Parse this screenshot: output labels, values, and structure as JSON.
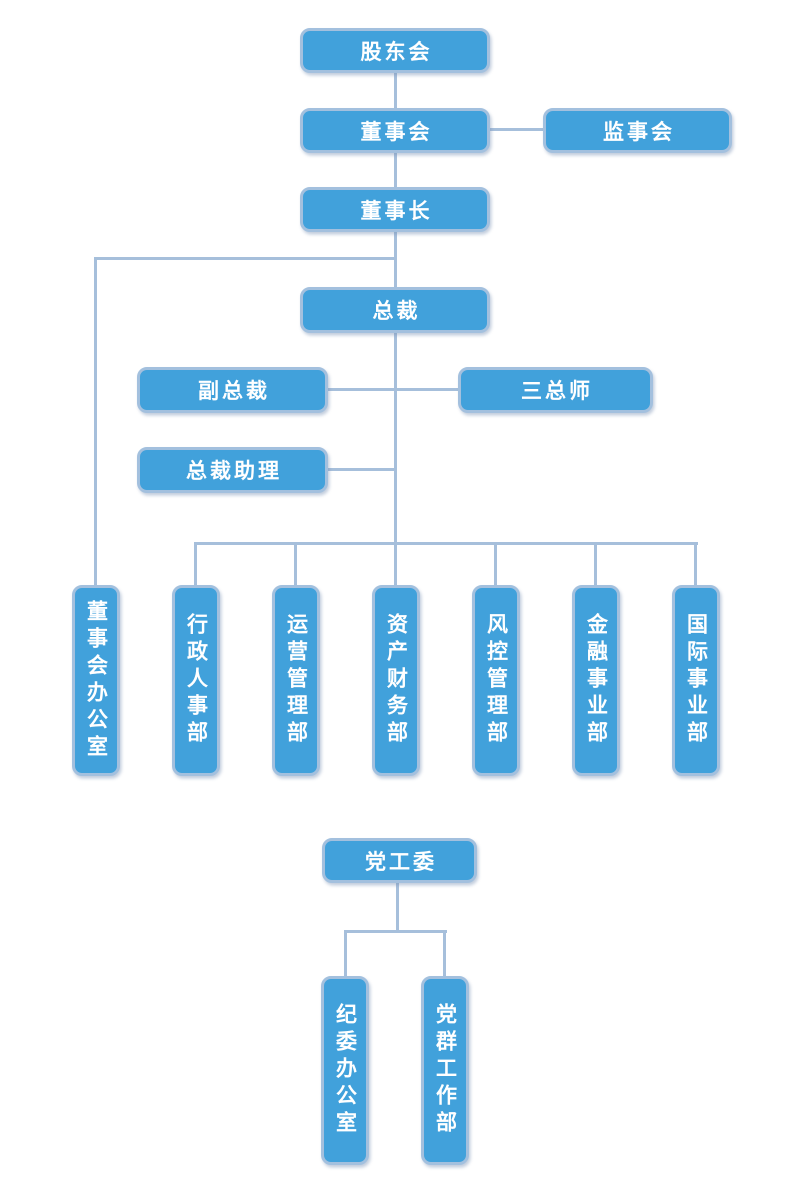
{
  "diagram": {
    "type": "org-chart",
    "colors": {
      "node_fill": "#41A1DB",
      "node_border": "#A3C0DE",
      "connector": "#A6BFDB",
      "node_text": "#FFFFFF",
      "background": "#FFFFFF"
    },
    "nodes": {
      "shareholders_meeting": "股东会",
      "board_of_directors": "董事会",
      "supervisory_board": "监事会",
      "chairman": "董事长",
      "president": "总裁",
      "vice_president": "副总裁",
      "three_chief_engineers": "三总师",
      "president_assistant": "总裁助理",
      "board_office": "董事会办公室",
      "admin_hr_dept": "行政人事部",
      "operations_mgmt_dept": "运营管理部",
      "asset_finance_dept": "资产财务部",
      "risk_control_dept": "风控管理部",
      "financial_business_dept": "金融事业部",
      "international_business_dept": "国际事业部",
      "party_work_committee": "党工委",
      "discipline_committee_office": "纪委办公室",
      "party_mass_work_dept": "党群工作部"
    }
  }
}
